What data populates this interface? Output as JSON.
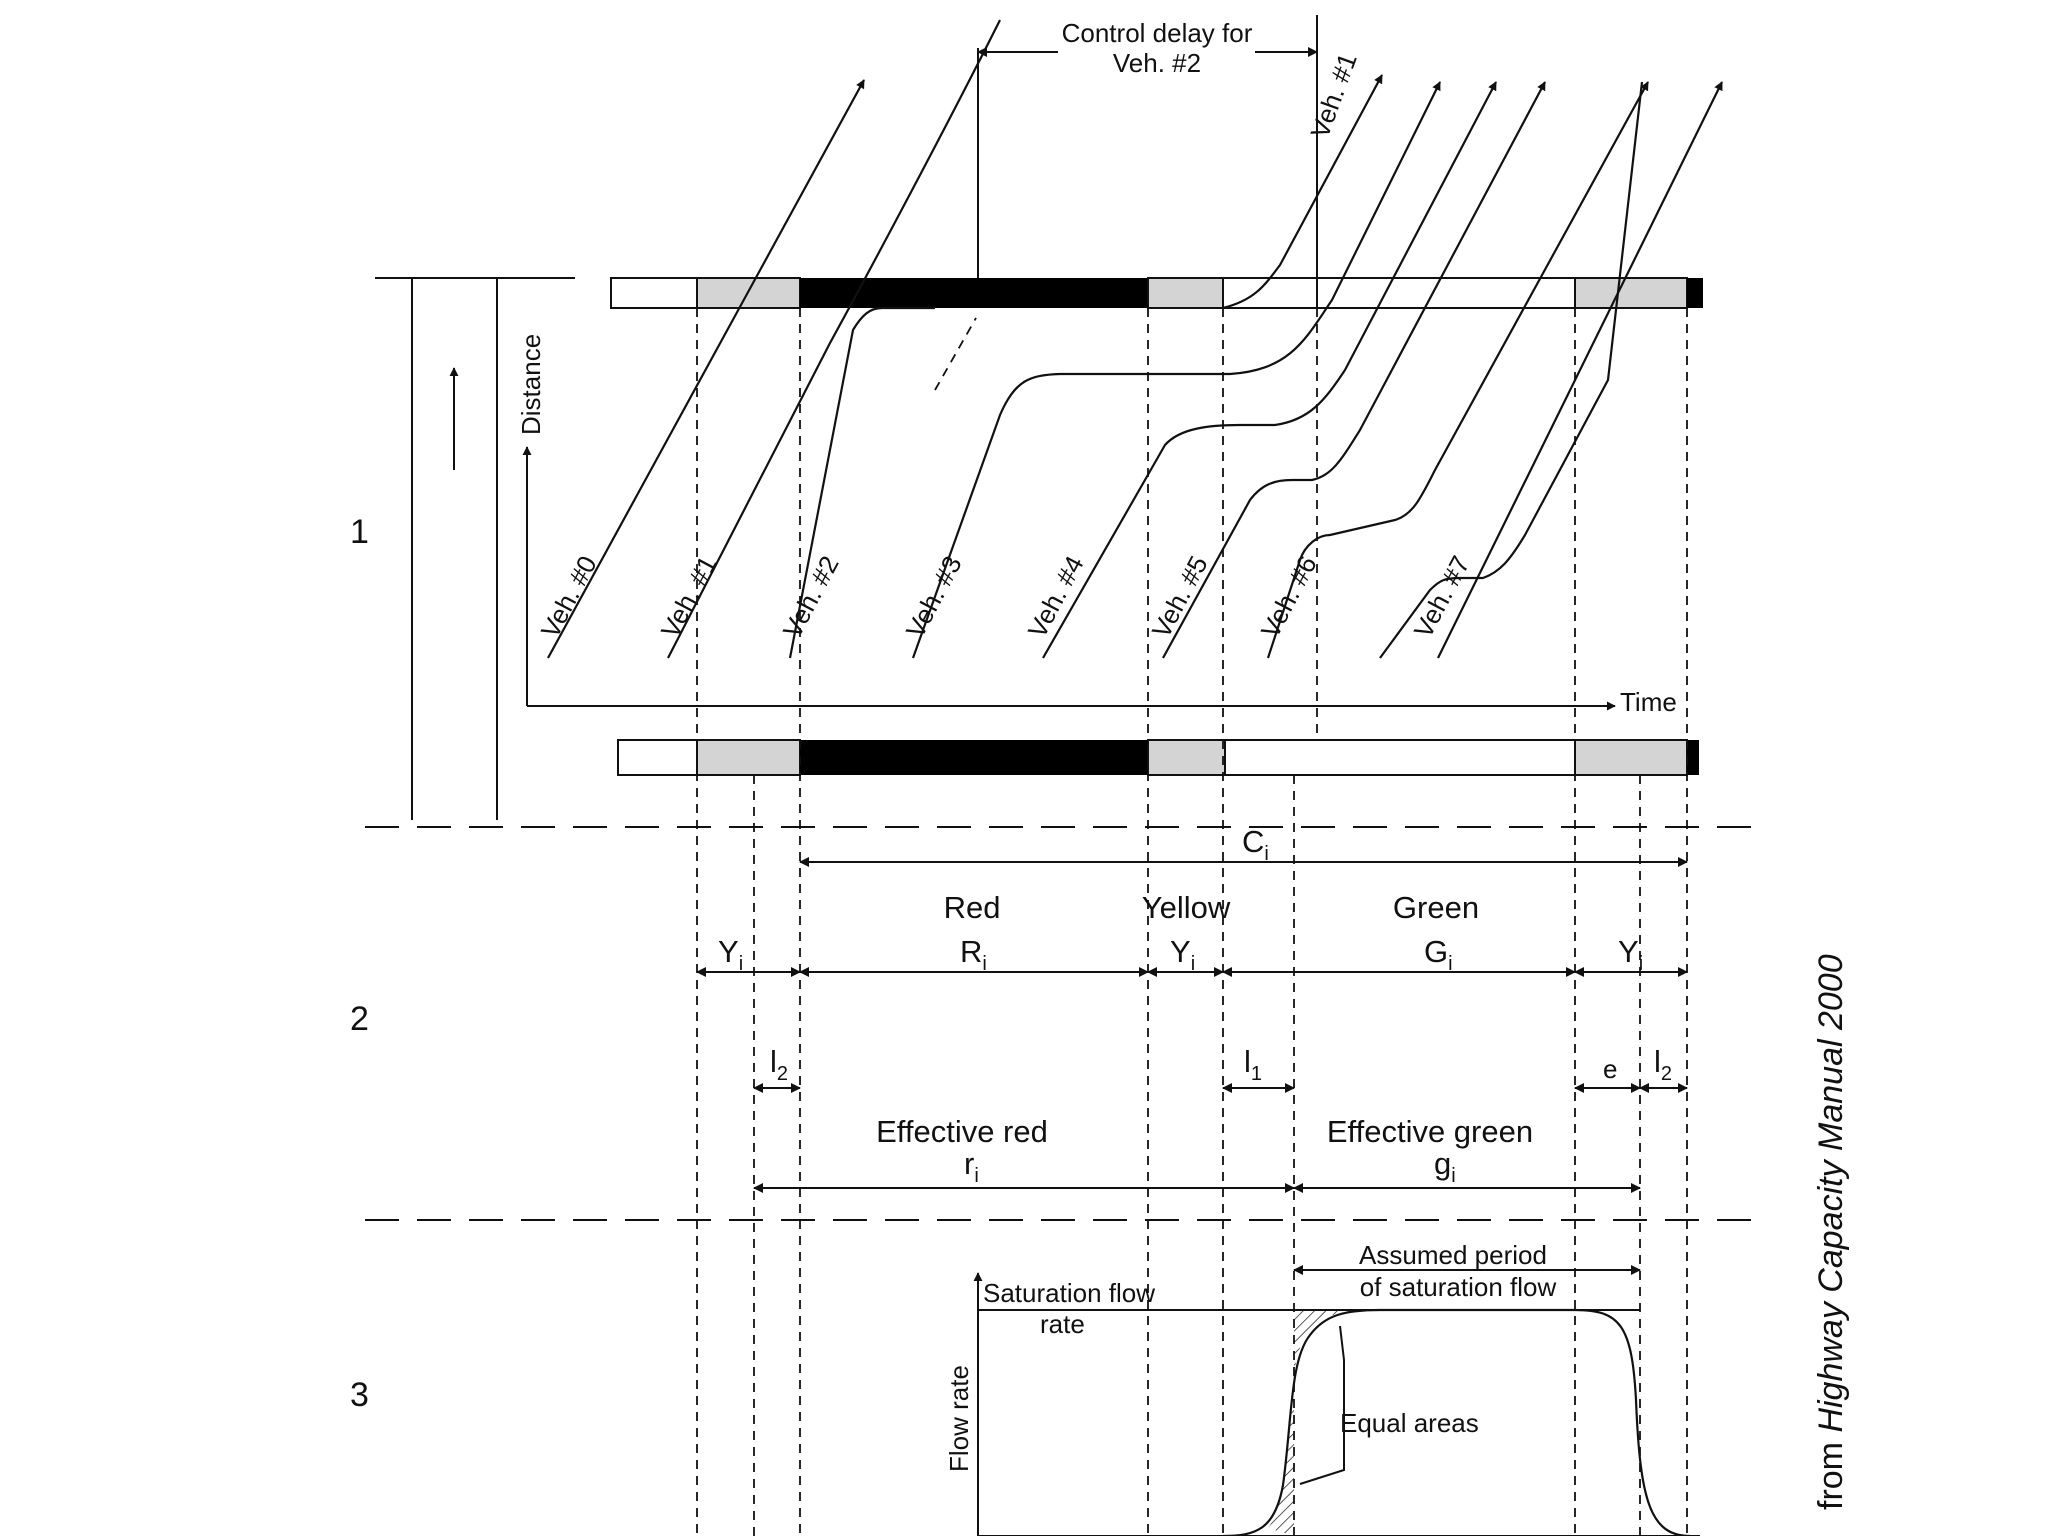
{
  "sections": [
    "1",
    "2",
    "3"
  ],
  "axes": {
    "distance": "Distance",
    "time": "Time",
    "flow_rate": "Flow rate"
  },
  "control_delay": {
    "line1": "Control delay for",
    "line2": "Veh. #2"
  },
  "vehicles": [
    "Veh. #0",
    "Veh. #1",
    "Veh. #2",
    "Veh. #3",
    "Veh. #4",
    "Veh. #5",
    "Veh. #6",
    "Veh. #7"
  ],
  "vehicle_top_label": "Veh. #1",
  "phases": {
    "red": "Red",
    "yellow": "Yellow",
    "green": "Green"
  },
  "symbols": {
    "cycle": "C",
    "cycle_sub": "i",
    "yellow": "Y",
    "yellow_sub": "i",
    "red": "R",
    "red_sub": "i",
    "green": "G",
    "green_sub": "i",
    "l2": "l",
    "l2_sub": "2",
    "l1": "l",
    "l1_sub": "1",
    "e": "e",
    "eff_red_sym": "r",
    "eff_red_sub": "i",
    "eff_green_sym": "g",
    "eff_green_sub": "i"
  },
  "effective": {
    "red": "Effective red",
    "green": "Effective green"
  },
  "flow": {
    "saturation_line1": "Saturation flow",
    "saturation_line2": "rate",
    "assumed_line1": "Assumed period",
    "assumed_line2": "of saturation flow",
    "equal_areas": "Equal areas"
  },
  "credit": {
    "prefix": "from ",
    "source": "Highway Capacity Manual 2000"
  },
  "colors": {
    "ink": "#111111",
    "yellow_shade": "#d4d4d4",
    "red_fill": "#000000",
    "background": "#ffffff"
  }
}
